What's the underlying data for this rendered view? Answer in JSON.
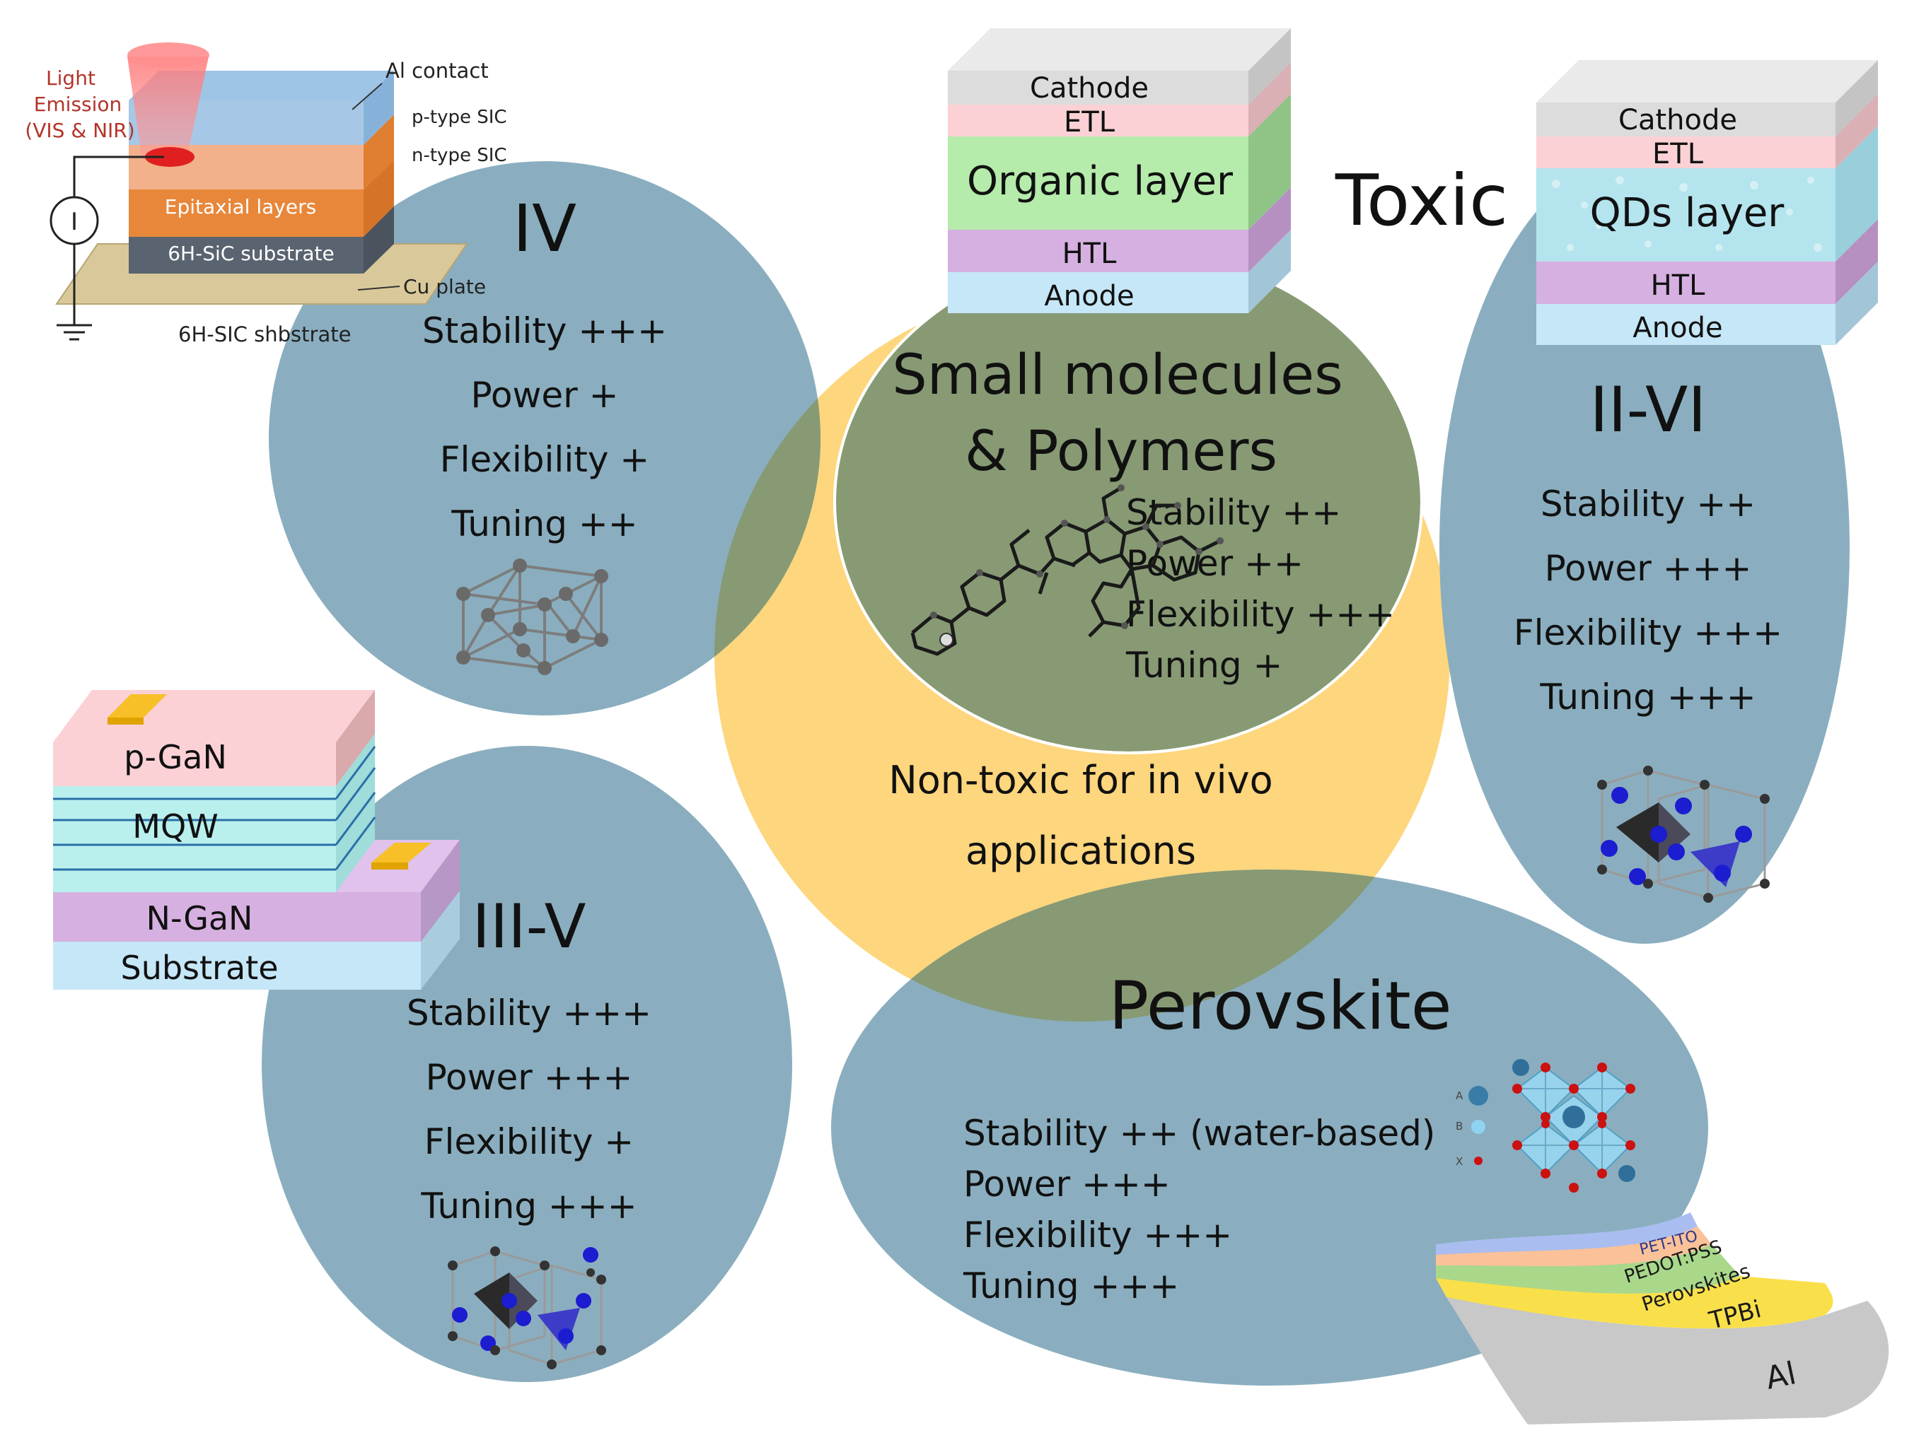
{
  "groups": {
    "iv": {
      "title": "IV",
      "props": [
        "Stability +++",
        "Power +",
        "Flexibility +",
        "Tuning ++"
      ],
      "device": {
        "light": [
          "Light",
          "Emission",
          "(VIS & NIR)"
        ],
        "al_contact": "Al contact",
        "p_type": "p-type SIC",
        "n_type": "n-type SIC",
        "epitaxial": "Epitaxial layers",
        "substrate": "6H-SiC substrate",
        "cu_plate": "Cu plate",
        "caption": "6H-SIC shbstrate",
        "meter": "I"
      }
    },
    "iii_v": {
      "title": "III-V",
      "props": [
        "Stability +++",
        "Power +++",
        "Flexibility +",
        "Tuning +++"
      ],
      "device": {
        "p_gan": "p-GaN",
        "mqw": "MQW",
        "n_gan": "N-GaN",
        "substrate": "Substrate"
      }
    },
    "organic": {
      "title_line1": "Small molecules",
      "title_line2": "& Polymers",
      "props": [
        "Stability ++",
        "Power ++",
        "Flexibility +++",
        "Tuning +"
      ],
      "device": {
        "cathode": "Cathode",
        "etl": "ETL",
        "active": "Organic layer",
        "htl": "HTL",
        "anode": "Anode"
      }
    },
    "ii_vi": {
      "title": "II-VI",
      "props": [
        "Stability ++",
        "Power +++",
        "Flexibility +++",
        "Tuning +++"
      ],
      "device": {
        "cathode": "Cathode",
        "etl": "ETL",
        "active": "QDs layer",
        "htl": "HTL",
        "anode": "Anode"
      }
    },
    "perovskite": {
      "title": "Perovskite",
      "props": [
        "Stability ++ (water-based)",
        "Power +++",
        "Flexibility +++",
        "Tuning +++"
      ],
      "crystal_legend": [
        "A",
        "B",
        "X"
      ],
      "device": {
        "pet_ito": "PET-ITO",
        "pedot": "PEDOT:PSS",
        "perovskites": "Perovskites",
        "tpbi": "TPBi",
        "al": "Al"
      }
    }
  },
  "toxic_label": "Toxic",
  "non_toxic": {
    "line1": "Non-toxic for in vivo",
    "line2": "applications"
  },
  "colors": {
    "blue_circle": "#8aaebf",
    "yellow_circle": "#fdd67d",
    "overlap": "#879a74",
    "cathode": "#dcdcdc",
    "etl": "#fbd1d6",
    "organic": "#b5ebab",
    "qds": "#b4e4ee",
    "htl": "#d6b0e1",
    "anode": "#c5e7f7"
  }
}
